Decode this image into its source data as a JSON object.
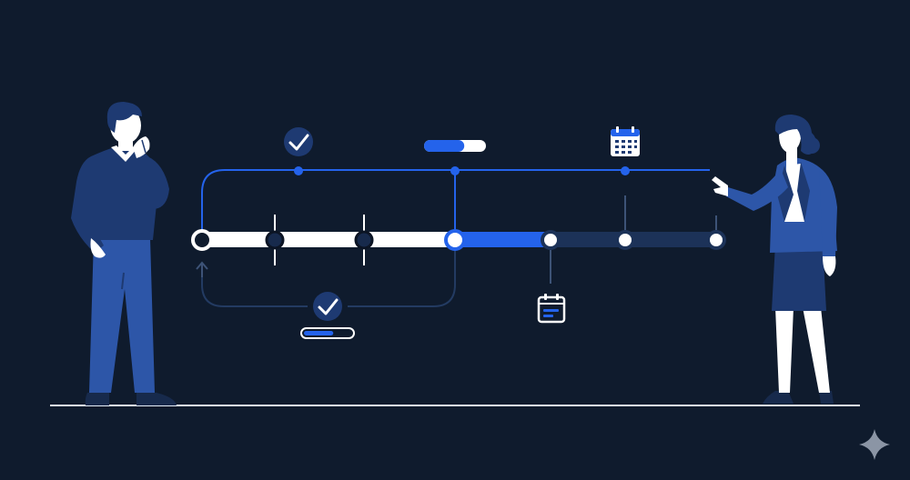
{
  "diagram": {
    "timeline_progress": 0.68,
    "top_bar_progress": 0.65,
    "bottom_bar_progress": 0.62,
    "colors": {
      "background": "#0f1b2d",
      "accent_blue": "#2463eb",
      "navy": "#1e3a72",
      "navy_dark": "#172a4c",
      "white": "#ffffff",
      "track_dark": "#1c3258",
      "floor": "#e8eef7"
    },
    "icons": {
      "top_check": "check-circle-icon",
      "bottom_check": "check-circle-icon",
      "top_calendar": "calendar-grid-icon",
      "bottom_calendar": "calendar-note-icon",
      "return_arrow": "arrow-up-icon",
      "corner_mark": "sparkle-icon"
    },
    "people": [
      "thinking-man",
      "presenting-woman"
    ]
  }
}
